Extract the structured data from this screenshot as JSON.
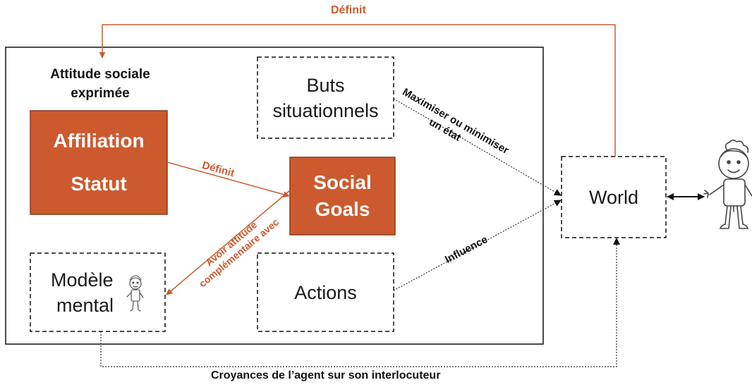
{
  "colors": {
    "accent": "#cc5a2e",
    "ink": "#111111"
  },
  "nodes": {
    "attitude_title": [
      "Attitude sociale",
      "exprimée"
    ],
    "affiliation": "Affiliation",
    "statut": "Statut",
    "social_goals": [
      "Social",
      "Goals"
    ],
    "buts": [
      "Buts",
      "situationnels"
    ],
    "modele": [
      "Modèle",
      "mental"
    ],
    "actions": "Actions",
    "world": "World"
  },
  "edges": {
    "definit_top": "Définit",
    "definit_mid": "Définit",
    "maximiser": [
      "Maximiser ou minimiser",
      "un état"
    ],
    "avoir": [
      "Avoir attitude",
      "complémentaire avec"
    ],
    "influence": "Influence",
    "croyances": "Croyances de l’agent sur son interlocuteur"
  },
  "icons": [
    "child-figure-icon",
    "small-child-figure-icon"
  ]
}
